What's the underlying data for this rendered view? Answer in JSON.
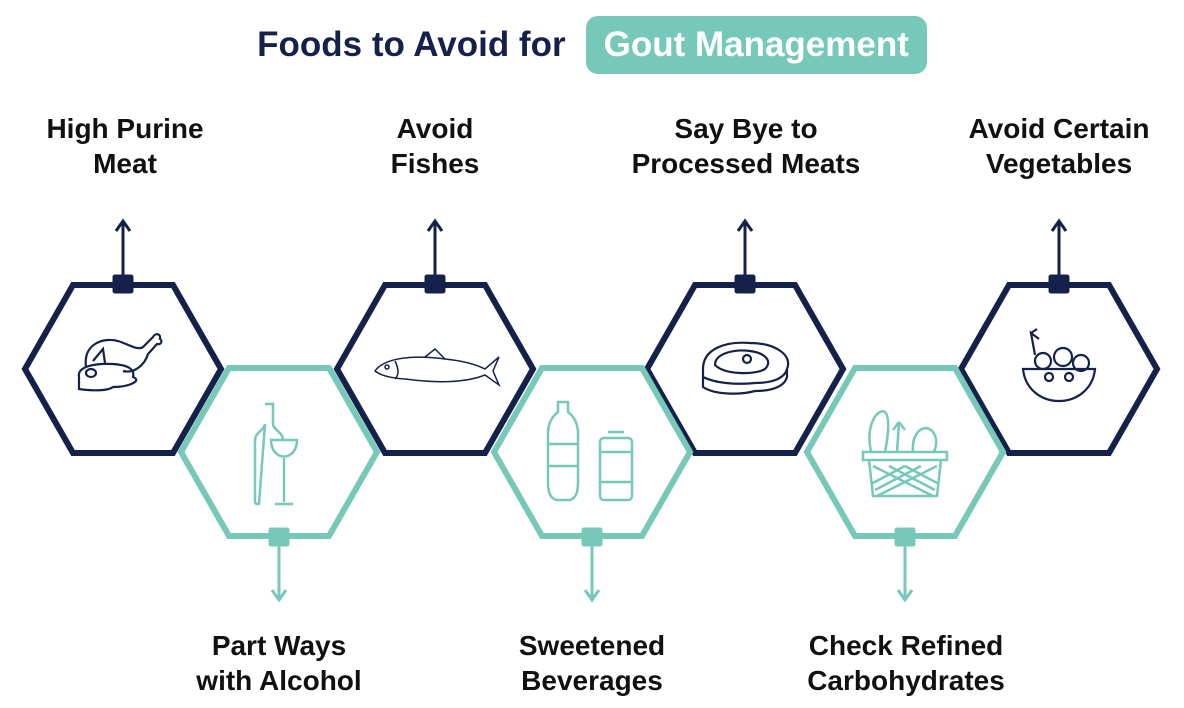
{
  "title": {
    "prefix": "Foods to Avoid for",
    "highlight": "Gout Management"
  },
  "colors": {
    "navy": "#14214b",
    "teal": "#76c8b8"
  },
  "items": [
    {
      "line1": "High Purine",
      "line2": "Meat",
      "icon": "meat-chicken-icon"
    },
    {
      "line1": "Part Ways",
      "line2": "with Alcohol",
      "icon": "wine-bottle-glass-icon"
    },
    {
      "line1": "Avoid",
      "line2": "Fishes",
      "icon": "fish-icon"
    },
    {
      "line1": "Sweetened",
      "line2": "Beverages",
      "icon": "soda-bottle-can-icon"
    },
    {
      "line1": "Say Bye to",
      "line2": "Processed Meats",
      "icon": "steak-icon"
    },
    {
      "line1": "Check Refined",
      "line2": "Carbohydrates",
      "icon": "bread-basket-icon"
    },
    {
      "line1": "Avoid Certain",
      "line2": "Vegetables",
      "icon": "salad-bowl-icon"
    }
  ]
}
